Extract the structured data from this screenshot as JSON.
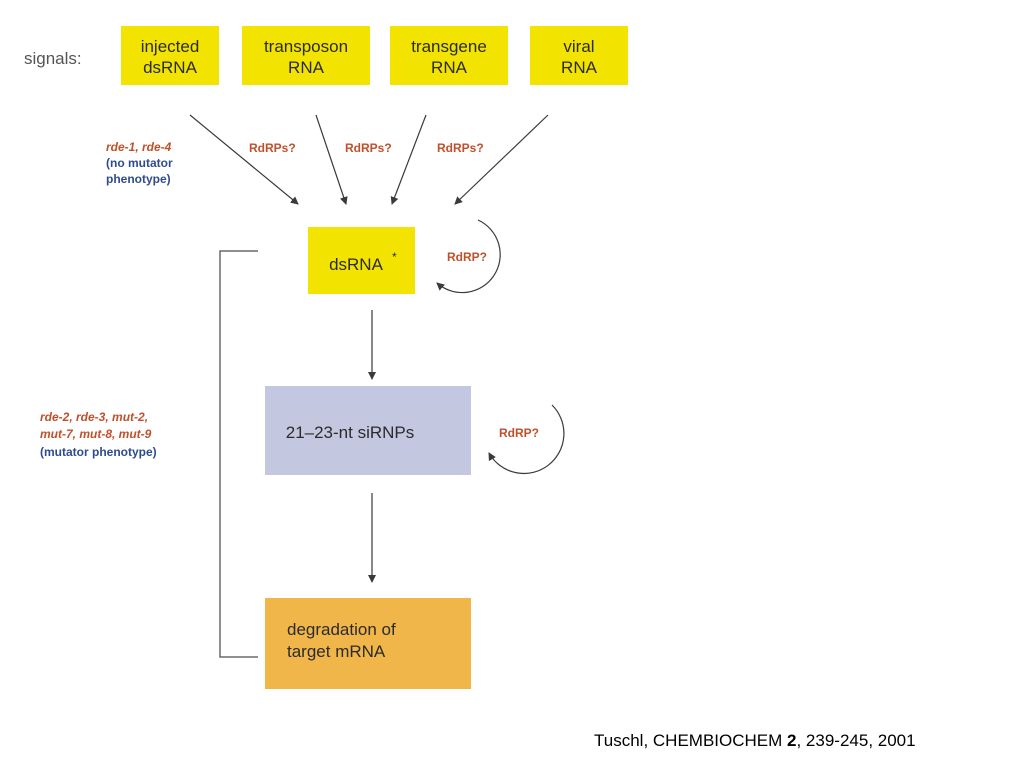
{
  "colors": {
    "signal_box": "#f2e400",
    "dsrna_box": "#f2e400",
    "sirnp_box": "#c3c8e0",
    "degradation_box": "#f0b64a",
    "red_text": "#c0502a",
    "blue_text": "#2f4b8f"
  },
  "signals_label": "signals:",
  "signals": [
    {
      "line1": "injected",
      "line2": "dsRNA"
    },
    {
      "line1": "transposon",
      "line2": "RNA"
    },
    {
      "line1": "transgene",
      "line2": "RNA"
    },
    {
      "line1": "viral",
      "line2": "RNA"
    }
  ],
  "rdrps_labels": [
    "RdRPs?",
    "RdRPs?",
    "RdRPs?"
  ],
  "upper_genes": {
    "genes": "rde-1, rde-4",
    "phenotype_line1": "(no mutator",
    "phenotype_line2": "phenotype)"
  },
  "dsrna_box": {
    "label": "dsRNA",
    "superscript": "*"
  },
  "rdrp_loop_label": "RdRP?",
  "sirnp_box": {
    "label": "21–23-nt siRNPs"
  },
  "sirnp_rdrp_label": "RdRP?",
  "lower_genes": {
    "line1": "rde-2, rde-3, mut-2,",
    "line2": "mut-7, mut-8, mut-9",
    "phenotype": "(mutator phenotype)"
  },
  "degradation_box": {
    "line1": "degradation of",
    "line2": "target mRNA"
  },
  "citation": {
    "prefix": "Tuschl, CHEMBIOCHEM ",
    "volume": "2",
    "suffix": ", 239-245, 2001"
  }
}
